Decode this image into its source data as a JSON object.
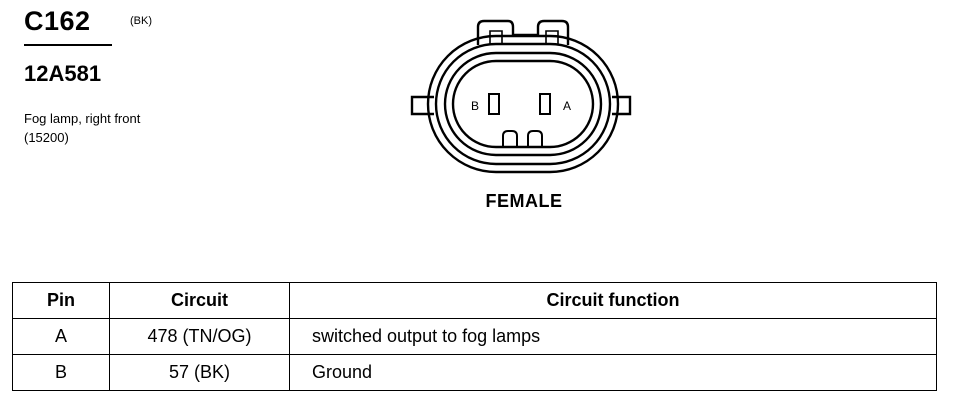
{
  "connector": {
    "id": "C162",
    "color_code": "(BK)",
    "part_number": "12A581",
    "description_line1": "Fog lamp, right front",
    "description_line2": "(15200)"
  },
  "diagram": {
    "pin_labels": [
      "B",
      "A"
    ],
    "gender": "FEMALE"
  },
  "table": {
    "headers": [
      "Pin",
      "Circuit",
      "Circuit function"
    ],
    "rows": [
      {
        "pin": "A",
        "circuit": "478 (TN/OG)",
        "function": "switched output to fog lamps"
      },
      {
        "pin": "B",
        "circuit": "57 (BK)",
        "function": "Ground"
      }
    ]
  }
}
